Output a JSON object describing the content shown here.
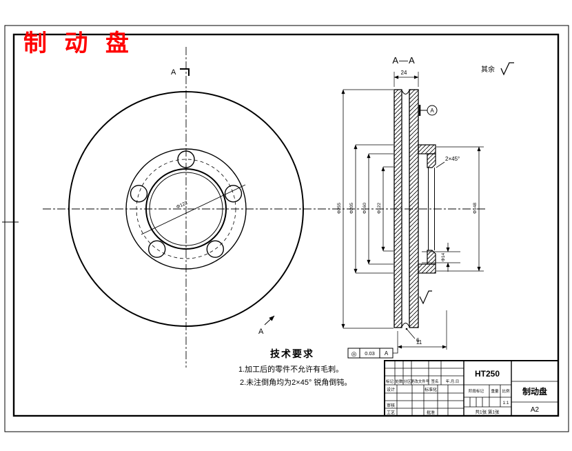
{
  "drawing_title": "制 动 盘",
  "surface_note": {
    "prefix": "其余"
  },
  "section_view": {
    "title": "A—A",
    "cut_label_top": "A",
    "cut_label_bottom": "A"
  },
  "front_view": {
    "bore_dim": "Φ122"
  },
  "dims": {
    "thickness": "24",
    "gap": "11",
    "slot": "6",
    "chamfer": "2×45°",
    "d_outer": "Φ255",
    "d2": "Φ205",
    "d3": "Φ160",
    "d_bore": "Φ122",
    "d_hat": "Φ148",
    "d_hole": "Φ14"
  },
  "fcf": {
    "symbol": "◎",
    "tolerance": "0.03",
    "datum": "A"
  },
  "datum": {
    "label": "A"
  },
  "tech_requirements": {
    "title": "技术要求",
    "item1": "1.加工后的零件不允许有毛刺。",
    "item2": "2.未注倒角均为2×45° 锐角倒钝。"
  },
  "title_block": {
    "material": "HT250",
    "part_name": "制动盘",
    "sheet_size": "A2",
    "rev_header": {
      "c1": "标记",
      "c2": "处数",
      "c3": "分区",
      "c4": "更改文件号",
      "c5": "签名",
      "c6": "年.月.日"
    },
    "roles": {
      "design": "设计",
      "standardization": "标准化",
      "check": "审核",
      "process": "工艺",
      "approve": "批准"
    },
    "stage_label": "阶段标记",
    "weight_label": "重量",
    "scale_label": "比例",
    "scale_value": "1:1",
    "sheet_info": "共1张 第1张"
  }
}
